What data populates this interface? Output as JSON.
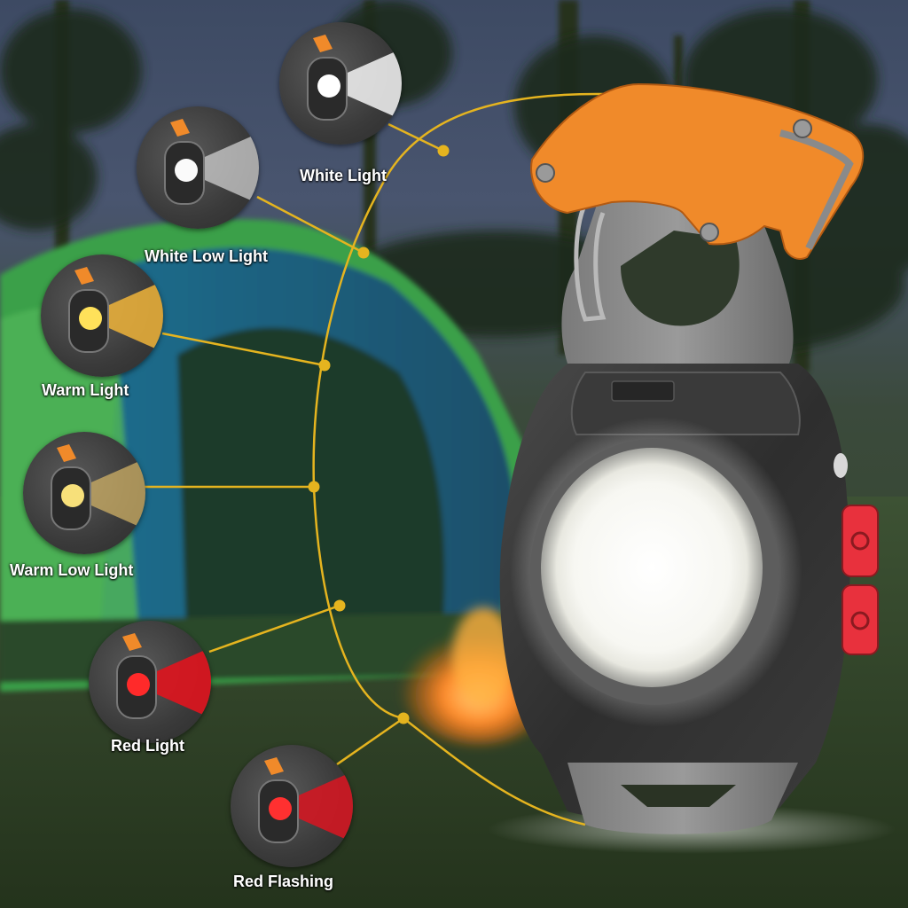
{
  "modes": [
    {
      "label": "White Light",
      "beam_color": "#f4f4f4",
      "lens_color": "#ffffff",
      "icon": "white-light-icon"
    },
    {
      "label": "White Low Light",
      "beam_color": "#d8d8d8",
      "lens_color": "#fafafa",
      "icon": "white-low-light-icon"
    },
    {
      "label": "Warm Light",
      "beam_color": "#f0b43a",
      "lens_color": "#ffe15a",
      "icon": "warm-light-icon"
    },
    {
      "label": "Warm Low Light",
      "beam_color": "#d9b868",
      "lens_color": "#f7e07a",
      "icon": "warm-low-light-icon"
    },
    {
      "label": "Red Light",
      "beam_color": "#e0141e",
      "lens_color": "#ff2a2a",
      "icon": "red-light-icon"
    },
    {
      "label": "Red Flashing",
      "beam_color": "#d11722",
      "lens_color": "#ff3030",
      "icon": "red-flashing-icon"
    }
  ],
  "colors": {
    "connector": "#e5b41f",
    "body_orange": "#f08a2a",
    "button_red": "#e8313d"
  }
}
